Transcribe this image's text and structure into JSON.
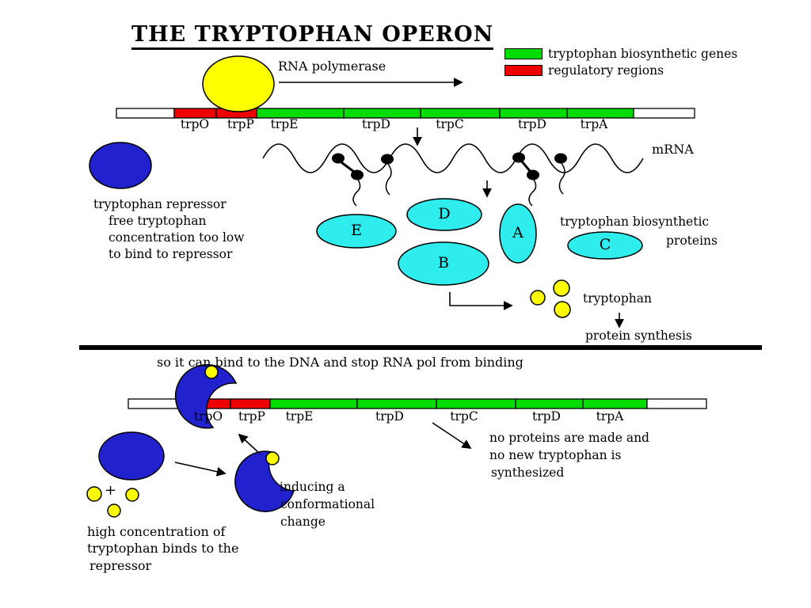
{
  "title": "THE TRYPTOPHAN OPERON",
  "colors": {
    "gene_green": "#00DC00",
    "regulatory_red": "#EE0000",
    "repressor_blue": "#2121CE",
    "protein_cyan": "#2FEDED",
    "tryptophan_yellow": "#FFFF00",
    "background": "#FFFFFF"
  },
  "legend": {
    "genes_label": "tryptophan biosynthetic genes",
    "regulatory_label": "regulatory regions"
  },
  "top_section": {
    "rna_polymerase_label": "RNA polymerase",
    "dna_labels": [
      "trpO",
      "trpP",
      "trpE",
      "trpD",
      "trpC",
      "trpD",
      "trpA"
    ],
    "mrna_label": "mRNA",
    "repressor_caption_line1": "tryptophan repressor",
    "repressor_caption_line2": "free tryptophan",
    "repressor_caption_line3": "concentration too low",
    "repressor_caption_line4": "to bind to repressor",
    "proteins": [
      "E",
      "D",
      "B",
      "A",
      "C"
    ],
    "proteins_caption_line1": "tryptophan biosynthetic",
    "proteins_caption_line2": "proteins",
    "tryptophan_label": "tryptophan",
    "protein_synthesis_label": "protein synthesis"
  },
  "bottom_section": {
    "heading": "so it can bind to the DNA and stop RNA pol from binding",
    "dna_labels": [
      "trpO",
      "trpP",
      "trpE",
      "trpD",
      "trpC",
      "trpD",
      "trpA"
    ],
    "no_proteins_line1": "no proteins are made and",
    "no_proteins_line2": "no new tryptophan is",
    "no_proteins_line3": "synthesized",
    "inducing_line1": "inducing a",
    "inducing_line2": "conformational",
    "inducing_line3": "change",
    "high_concentration_line1": "high concentration of",
    "high_concentration_line2": "tryptophan binds to the",
    "high_concentration_line3": "repressor",
    "plus_sign": "+"
  }
}
